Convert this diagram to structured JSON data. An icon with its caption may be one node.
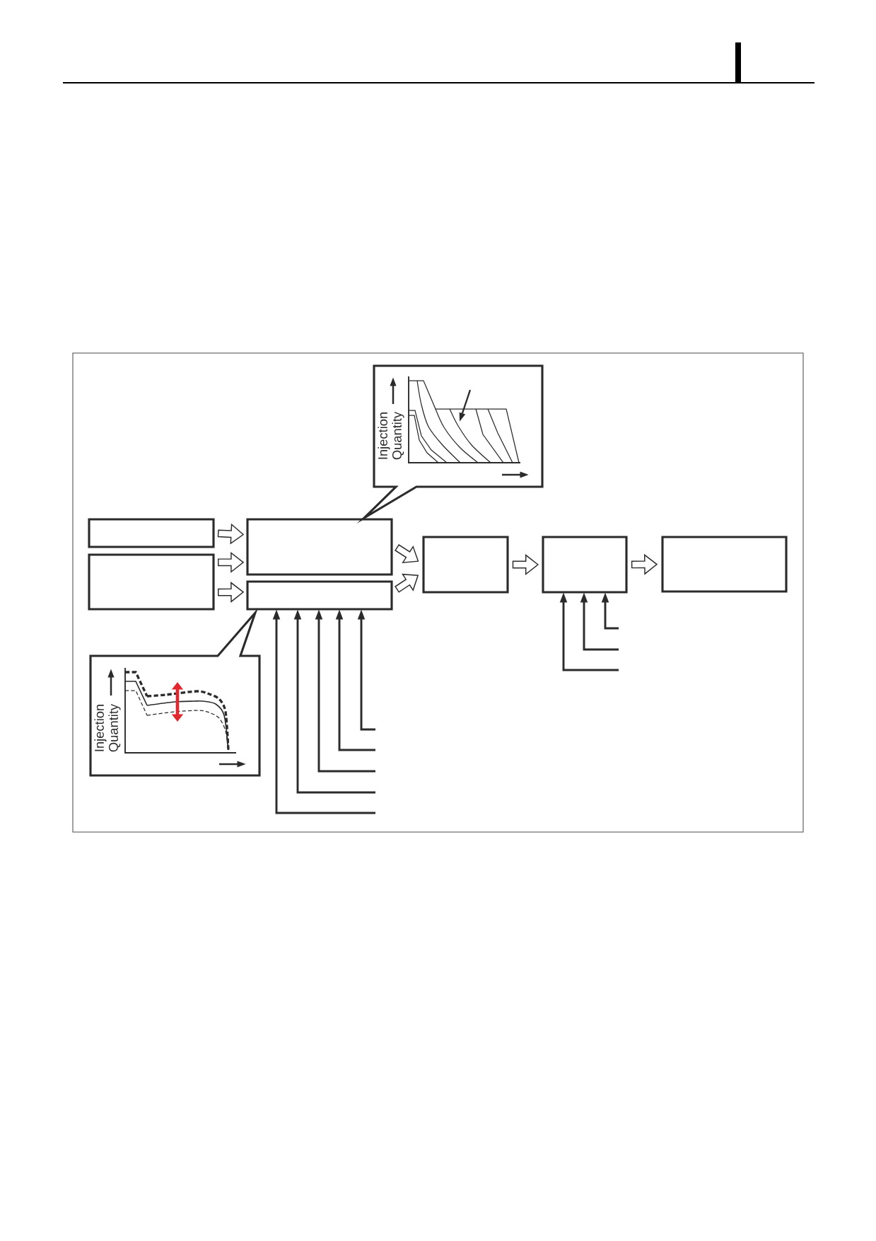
{
  "diagram": {
    "nodes": [
      {
        "text": [
          "Injection Quantity"
        ]
      },
      {
        "text": [],
        "shape": "box"
      },
      {
        "text": [],
        "shape": "box"
      },
      {
        "text": [],
        "shape": "box"
      },
      {
        "text": [],
        "shape": "box"
      },
      {
        "text": [],
        "shape": "box"
      },
      {
        "text": [],
        "shape": "box"
      },
      {
        "text": [],
        "shape": "box"
      },
      {
        "text": [
          "Injection Quantity"
        ]
      }
    ],
    "edges": [
      {
        "from": 1,
        "to": 3,
        "arrow": "to"
      },
      {
        "from": 2,
        "to": 3,
        "arrow": "to"
      },
      {
        "from": 2,
        "to": 4,
        "arrow": "to"
      },
      {
        "from": 3,
        "to": 5,
        "arrow": "to"
      },
      {
        "from": 4,
        "to": 5,
        "arrow": "to"
      },
      {
        "from": 5,
        "to": 6,
        "arrow": "to"
      },
      {
        "from": 6,
        "to": 7,
        "arrow": "to"
      },
      {
        "from": null,
        "to": 4,
        "arrow": "to"
      },
      {
        "from": null,
        "to": 4,
        "arrow": "to"
      },
      {
        "from": null,
        "to": 4,
        "arrow": "to"
      },
      {
        "from": null,
        "to": 4,
        "arrow": "to"
      },
      {
        "from": null,
        "to": 4,
        "arrow": "to"
      },
      {
        "from": null,
        "to": 6,
        "arrow": "to"
      },
      {
        "from": null,
        "to": 6,
        "arrow": "to"
      },
      {
        "from": null,
        "to": 6,
        "arrow": "to"
      }
    ]
  }
}
